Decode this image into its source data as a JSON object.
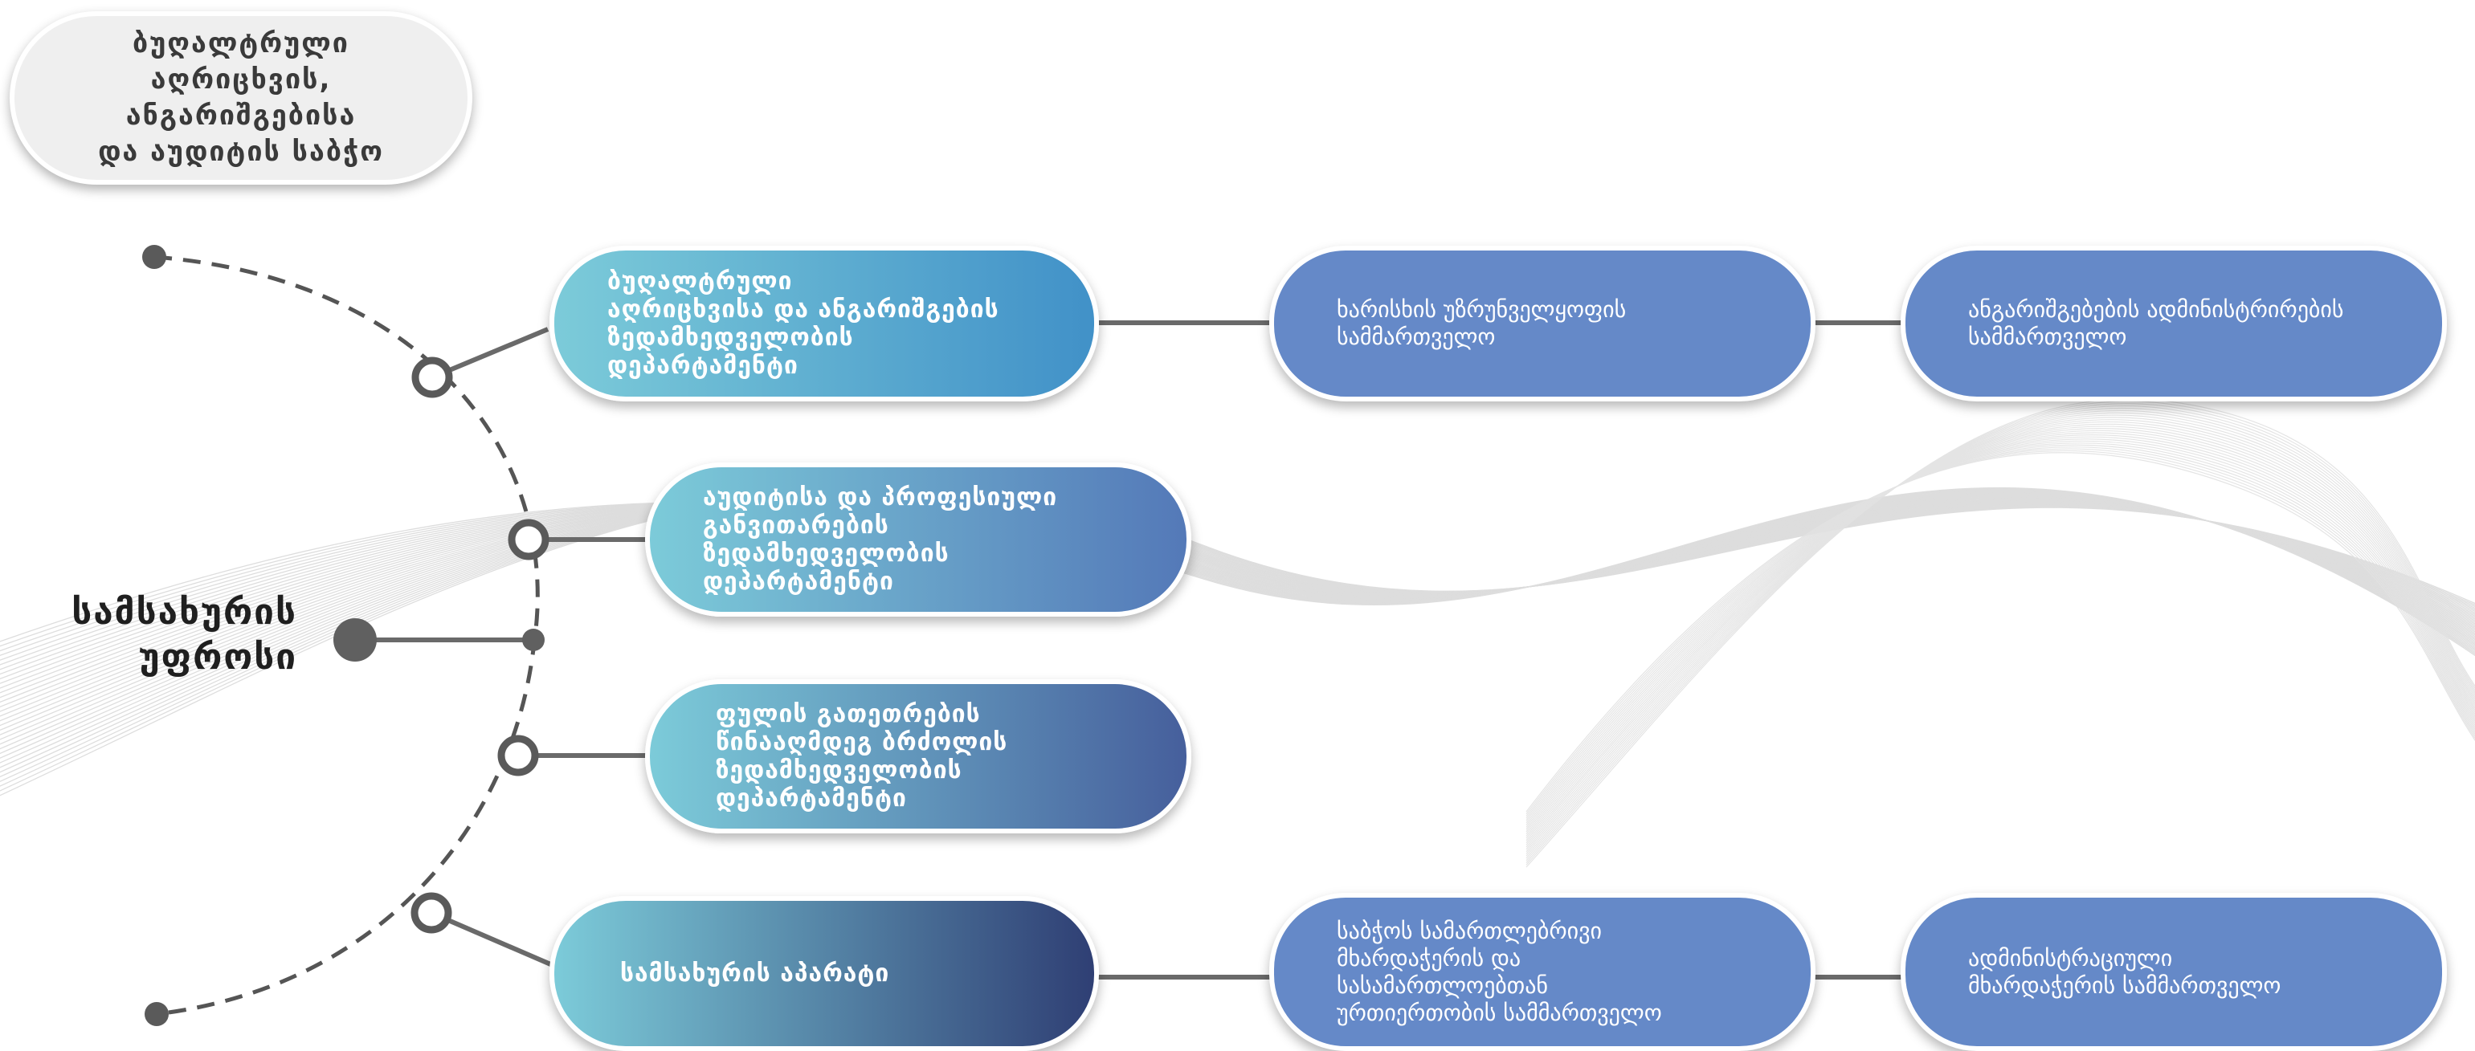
{
  "title": "ბუღალტრული\nაღრიცხვის,\nანგარიშგებისა\nდა აუდიტის საბჭო",
  "head": "სამსახურის\nუფროსი",
  "departments": [
    "ბუღალტრული\nაღრიცხვისა და ანგარიშგების\nზედამხედველობის\nდეპარტამენტი",
    "აუდიტისა და პროფესიული\nგანვითარების\nზედამხედველობის\nდეპარტამენტი",
    "ფულის გათეთრების\nწინააღმდეგ ბრძოლის\nზედამხედველობის\nდეპარტამენტი",
    "სამსახურის აპარატი"
  ],
  "units": [
    "ხარისხის უზრუნველყოფის\nსამმართველო",
    "ანგარიშგებების ადმინისტრირების\nსამმართველო",
    "საბჭოს სამართლებრივი\nმხარდაჭერის და\nსასამართლოებთან\nურთიერთობის სამმართველო",
    "ადმინისტრაციული\nმხარდაჭერის სამმართველო"
  ],
  "colors": {
    "accent_light": "#7ccbd9",
    "dept1_end": "#4191c8",
    "dept2_end": "#5479b8",
    "dept3_end": "#465f9c",
    "dept4_end": "#2f3f74",
    "unit_fill": "#6589c8",
    "connector": "#6a6a6a",
    "title_text": "#3a3a3a"
  }
}
